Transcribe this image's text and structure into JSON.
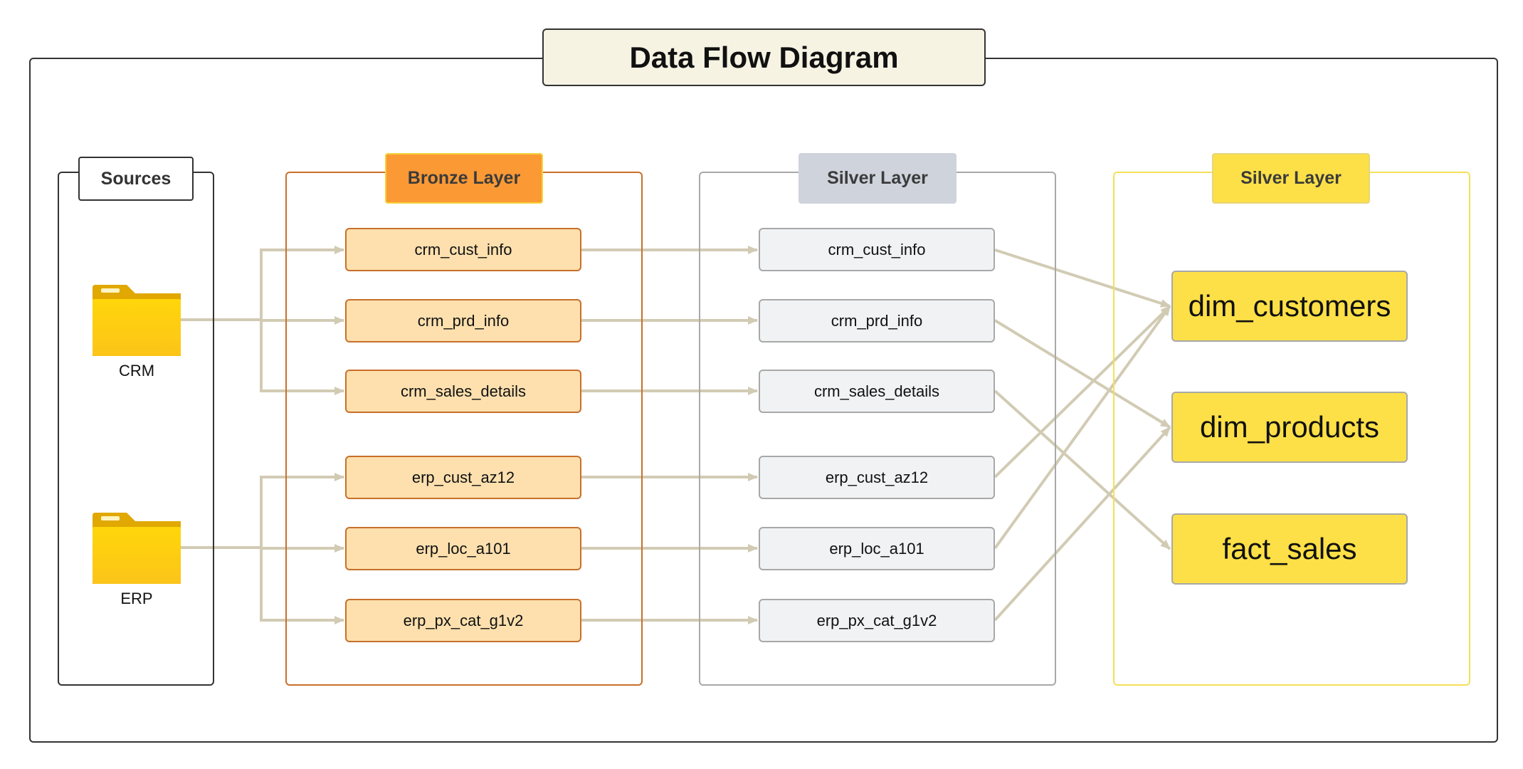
{
  "title": "Data Flow Diagram",
  "groups": {
    "sources": "Sources",
    "bronze": "Bronze Layer",
    "silver": "Silver Layer",
    "gold": "Silver Layer"
  },
  "sources": [
    {
      "label": "CRM",
      "icon": "folder-icon"
    },
    {
      "label": "ERP",
      "icon": "folder-icon"
    }
  ],
  "bronze_tables": [
    "crm_cust_info",
    "crm_prd_info",
    "crm_sales_details",
    "erp_cust_az12",
    "erp_loc_a101",
    "erp_px_cat_g1v2"
  ],
  "silver_tables": [
    "crm_cust_info",
    "crm_prd_info",
    "crm_sales_details",
    "erp_cust_az12",
    "erp_loc_a101",
    "erp_px_cat_g1v2"
  ],
  "gold_tables": [
    "dim_customers",
    "dim_products",
    "fact_sales"
  ],
  "flows": [
    {
      "from": "CRM",
      "to": "crm_cust_info"
    },
    {
      "from": "CRM",
      "to": "crm_prd_info"
    },
    {
      "from": "CRM",
      "to": "crm_sales_details"
    },
    {
      "from": "ERP",
      "to": "erp_cust_az12"
    },
    {
      "from": "ERP",
      "to": "erp_loc_a101"
    },
    {
      "from": "ERP",
      "to": "erp_px_cat_g1v2"
    },
    {
      "from": "crm_cust_info",
      "to": "dim_customers"
    },
    {
      "from": "crm_prd_info",
      "to": "dim_products"
    },
    {
      "from": "crm_sales_details",
      "to": "fact_sales"
    },
    {
      "from": "erp_cust_az12",
      "to": "dim_customers"
    },
    {
      "from": "erp_loc_a101",
      "to": "dim_customers"
    },
    {
      "from": "erp_px_cat_g1v2",
      "to": "dim_products"
    }
  ],
  "colors": {
    "arrow": "#d2cbb4",
    "bronze_fill": "#fde0ae",
    "bronze_border": "#c8702a",
    "silver_fill": "#f1f2f4",
    "gold_fill": "#fde047",
    "folder": "#fcc419"
  }
}
